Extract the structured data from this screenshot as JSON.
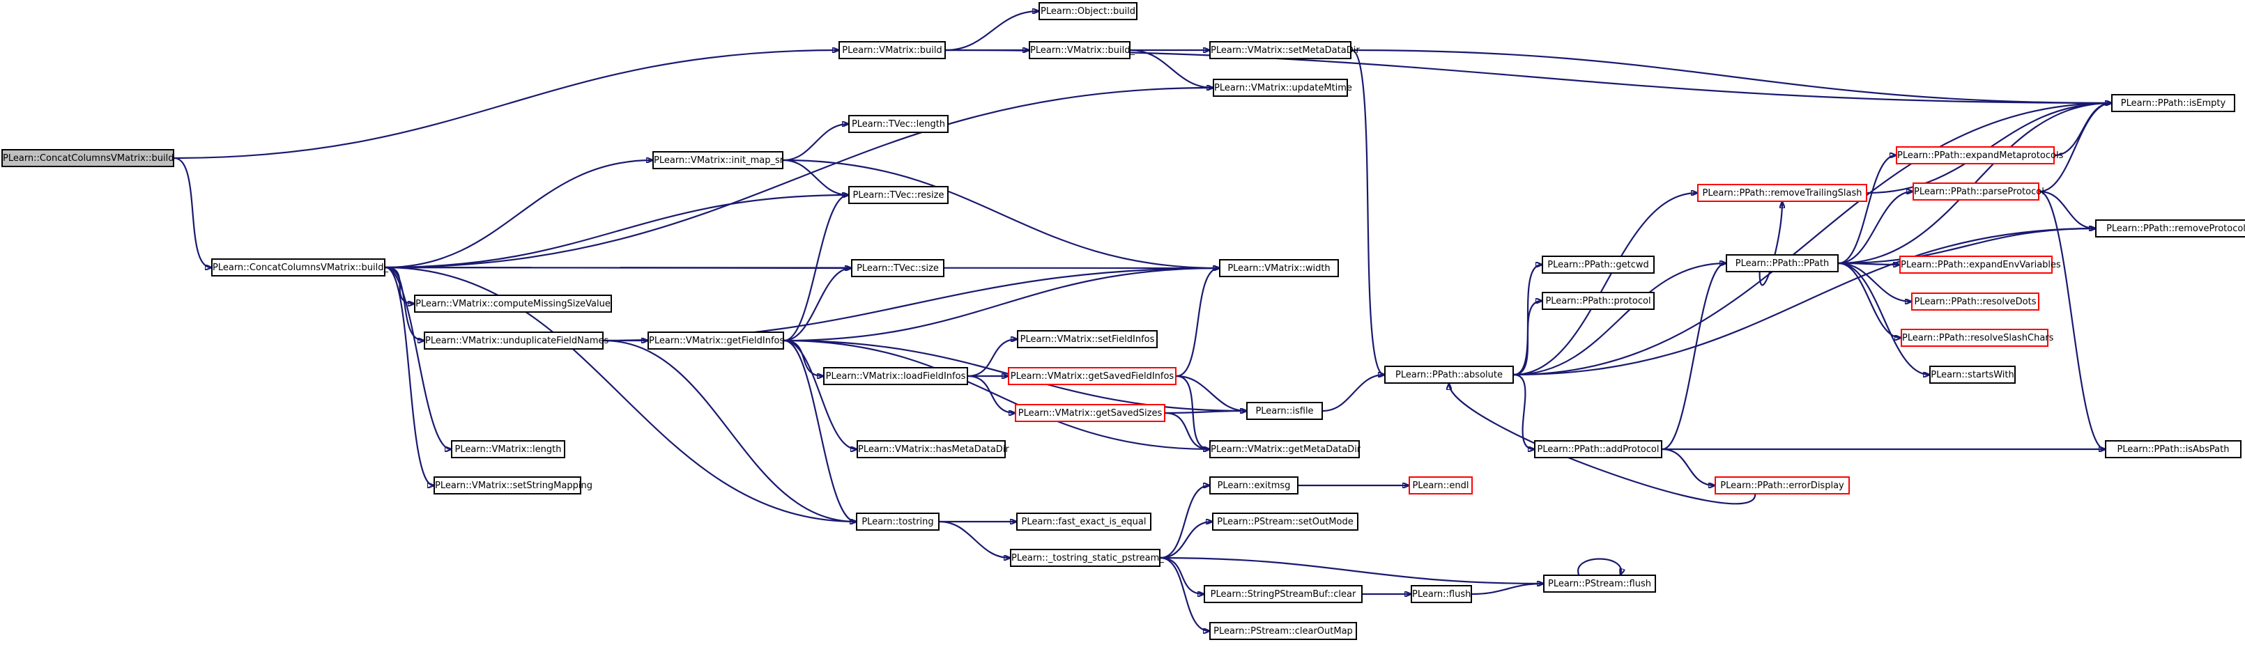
{
  "graph": {
    "colors": {
      "edge": "#191970",
      "node_border": "#000000",
      "incomplete_border": "#ff0000",
      "root_fill": "#bfbfbf"
    },
    "nodes": [
      {
        "id": "root",
        "label": "PLearn::ConcatColumnsVMatrix::build",
        "root": true
      },
      {
        "id": "vm_build",
        "label": "PLearn::VMatrix::build"
      },
      {
        "id": "obj_build",
        "label": "PLearn::Object::build"
      },
      {
        "id": "vm_build_",
        "label": "PLearn::VMatrix::build_"
      },
      {
        "id": "setMetaDataDir",
        "label": "PLearn::VMatrix::setMetaDataDir"
      },
      {
        "id": "updateMtime",
        "label": "PLearn::VMatrix::updateMtime"
      },
      {
        "id": "ccv_build_",
        "label": "PLearn::ConcatColumnsVMatrix::build_"
      },
      {
        "id": "init_map_sr",
        "label": "PLearn::VMatrix::init_map_sr"
      },
      {
        "id": "tvec_length",
        "label": "PLearn::TVec::length"
      },
      {
        "id": "tvec_resize",
        "label": "PLearn::TVec::resize"
      },
      {
        "id": "tvec_size",
        "label": "PLearn::TVec::size"
      },
      {
        "id": "width",
        "label": "PLearn::VMatrix::width"
      },
      {
        "id": "computeMissing",
        "label": "PLearn::VMatrix::computeMissingSizeValue"
      },
      {
        "id": "unduplicate",
        "label": "PLearn::VMatrix::unduplicateFieldNames"
      },
      {
        "id": "getFieldInfos",
        "label": "PLearn::VMatrix::getFieldInfos"
      },
      {
        "id": "setFieldInfos",
        "label": "PLearn::VMatrix::setFieldInfos"
      },
      {
        "id": "loadFieldInfos",
        "label": "PLearn::VMatrix::loadFieldInfos"
      },
      {
        "id": "getSavedFieldInfos",
        "label": "PLearn::VMatrix::getSavedFieldInfos",
        "incomplete": true
      },
      {
        "id": "getSavedSizes",
        "label": "PLearn::VMatrix::getSavedSizes",
        "incomplete": true
      },
      {
        "id": "isfile",
        "label": "PLearn::isfile"
      },
      {
        "id": "hasMetaDataDir",
        "label": "PLearn::VMatrix::hasMetaDataDir"
      },
      {
        "id": "getMetaDataDir",
        "label": "PLearn::VMatrix::getMetaDataDir"
      },
      {
        "id": "vm_length",
        "label": "PLearn::VMatrix::length"
      },
      {
        "id": "setStringMapping",
        "label": "PLearn::VMatrix::setStringMapping"
      },
      {
        "id": "tostring",
        "label": "PLearn::tostring"
      },
      {
        "id": "fast_exact",
        "label": "PLearn::fast_exact_is_equal"
      },
      {
        "id": "tostring_static",
        "label": "PLearn::_tostring_static_pstream_"
      },
      {
        "id": "exitmsg",
        "label": "PLearn::exitmsg"
      },
      {
        "id": "endl",
        "label": "PLearn::endl",
        "incomplete": true
      },
      {
        "id": "setOutMode",
        "label": "PLearn::PStream::setOutMode"
      },
      {
        "id": "sbuf_clear",
        "label": "PLearn::StringPStreamBuf::clear"
      },
      {
        "id": "flush",
        "label": "PLearn::flush"
      },
      {
        "id": "pstream_flush",
        "label": "PLearn::PStream::flush"
      },
      {
        "id": "clearOutMap",
        "label": "PLearn::PStream::clearOutMap"
      },
      {
        "id": "absolute",
        "label": "PLearn::PPath::absolute"
      },
      {
        "id": "getcwd",
        "label": "PLearn::PPath::getcwd"
      },
      {
        "id": "protocol",
        "label": "PLearn::PPath::protocol"
      },
      {
        "id": "addProtocol",
        "label": "PLearn::PPath::addProtocol"
      },
      {
        "id": "errorDisplay",
        "label": "PLearn::PPath::errorDisplay",
        "incomplete": true
      },
      {
        "id": "removeTrailingSlash",
        "label": "PLearn::PPath::removeTrailingSlash",
        "incomplete": true
      },
      {
        "id": "ppath",
        "label": "PLearn::PPath::PPath"
      },
      {
        "id": "expandMeta",
        "label": "PLearn::PPath::expandMetaprotocols",
        "incomplete": true
      },
      {
        "id": "parseProtocol",
        "label": "PLearn::PPath::parseProtocol",
        "incomplete": true
      },
      {
        "id": "expandEnv",
        "label": "PLearn::PPath::expandEnvVariables",
        "incomplete": true
      },
      {
        "id": "resolveDots",
        "label": "PLearn::PPath::resolveDots",
        "incomplete": true
      },
      {
        "id": "resolveSlash",
        "label": "PLearn::PPath::resolveSlashChars",
        "incomplete": true
      },
      {
        "id": "startsWith",
        "label": "PLearn::startsWith"
      },
      {
        "id": "isEmpty",
        "label": "PLearn::PPath::isEmpty"
      },
      {
        "id": "removeProtocol",
        "label": "PLearn::PPath::removeProtocol"
      },
      {
        "id": "isAbsPath",
        "label": "PLearn::PPath::isAbsPath"
      }
    ],
    "edges": [
      [
        "root",
        "vm_build"
      ],
      [
        "root",
        "ccv_build_"
      ],
      [
        "vm_build",
        "obj_build"
      ],
      [
        "vm_build",
        "vm_build_"
      ],
      [
        "vm_build",
        "isEmpty"
      ],
      [
        "vm_build_",
        "setMetaDataDir"
      ],
      [
        "vm_build_",
        "updateMtime"
      ],
      [
        "setMetaDataDir",
        "isEmpty"
      ],
      [
        "setMetaDataDir",
        "absolute"
      ],
      [
        "ccv_build_",
        "updateMtime"
      ],
      [
        "ccv_build_",
        "init_map_sr"
      ],
      [
        "ccv_build_",
        "tvec_resize"
      ],
      [
        "ccv_build_",
        "width"
      ],
      [
        "ccv_build_",
        "tvec_size"
      ],
      [
        "ccv_build_",
        "computeMissing"
      ],
      [
        "ccv_build_",
        "unduplicate"
      ],
      [
        "ccv_build_",
        "vm_length"
      ],
      [
        "ccv_build_",
        "setStringMapping"
      ],
      [
        "ccv_build_",
        "tostring"
      ],
      [
        "init_map_sr",
        "tvec_length"
      ],
      [
        "init_map_sr",
        "tvec_resize"
      ],
      [
        "init_map_sr",
        "width"
      ],
      [
        "unduplicate",
        "getFieldInfos"
      ],
      [
        "unduplicate",
        "width"
      ],
      [
        "unduplicate",
        "tostring"
      ],
      [
        "getFieldInfos",
        "tvec_resize"
      ],
      [
        "getFieldInfos",
        "tvec_size"
      ],
      [
        "getFieldInfos",
        "width"
      ],
      [
        "getFieldInfos",
        "loadFieldInfos"
      ],
      [
        "getFieldInfos",
        "isfile"
      ],
      [
        "getFieldInfos",
        "hasMetaDataDir"
      ],
      [
        "getFieldInfos",
        "getMetaDataDir"
      ],
      [
        "getFieldInfos",
        "tostring"
      ],
      [
        "loadFieldInfos",
        "setFieldInfos"
      ],
      [
        "loadFieldInfos",
        "getSavedFieldInfos"
      ],
      [
        "loadFieldInfos",
        "getSavedSizes"
      ],
      [
        "getSavedFieldInfos",
        "width"
      ],
      [
        "getSavedFieldInfos",
        "isfile"
      ],
      [
        "getSavedFieldInfos",
        "getMetaDataDir"
      ],
      [
        "getSavedSizes",
        "isfile"
      ],
      [
        "getSavedSizes",
        "getMetaDataDir"
      ],
      [
        "isfile",
        "absolute"
      ],
      [
        "tostring",
        "fast_exact"
      ],
      [
        "tostring",
        "tostring_static"
      ],
      [
        "tostring_static",
        "exitmsg"
      ],
      [
        "tostring_static",
        "setOutMode"
      ],
      [
        "tostring_static",
        "sbuf_clear"
      ],
      [
        "tostring_static",
        "clearOutMap"
      ],
      [
        "tostring_static",
        "pstream_flush"
      ],
      [
        "exitmsg",
        "endl"
      ],
      [
        "sbuf_clear",
        "flush"
      ],
      [
        "flush",
        "pstream_flush"
      ],
      [
        "pstream_flush",
        "pstream_flush"
      ],
      [
        "absolute",
        "getcwd"
      ],
      [
        "absolute",
        "protocol"
      ],
      [
        "absolute",
        "addProtocol"
      ],
      [
        "absolute",
        "removeTrailingSlash"
      ],
      [
        "absolute",
        "ppath"
      ],
      [
        "absolute",
        "isEmpty"
      ],
      [
        "absolute",
        "removeProtocol"
      ],
      [
        "addProtocol",
        "ppath"
      ],
      [
        "addProtocol",
        "errorDisplay"
      ],
      [
        "addProtocol",
        "isAbsPath"
      ],
      [
        "errorDisplay",
        "absolute"
      ],
      [
        "removeTrailingSlash",
        "isEmpty"
      ],
      [
        "ppath",
        "removeTrailingSlash"
      ],
      [
        "ppath",
        "expandMeta"
      ],
      [
        "ppath",
        "parseProtocol"
      ],
      [
        "ppath",
        "expandEnv"
      ],
      [
        "ppath",
        "resolveDots"
      ],
      [
        "ppath",
        "resolveSlash"
      ],
      [
        "ppath",
        "startsWith"
      ],
      [
        "ppath",
        "removeProtocol"
      ],
      [
        "ppath",
        "isEmpty"
      ],
      [
        "expandMeta",
        "isEmpty"
      ],
      [
        "parseProtocol",
        "isEmpty"
      ],
      [
        "parseProtocol",
        "removeProtocol"
      ],
      [
        "parseProtocol",
        "isAbsPath"
      ]
    ]
  }
}
